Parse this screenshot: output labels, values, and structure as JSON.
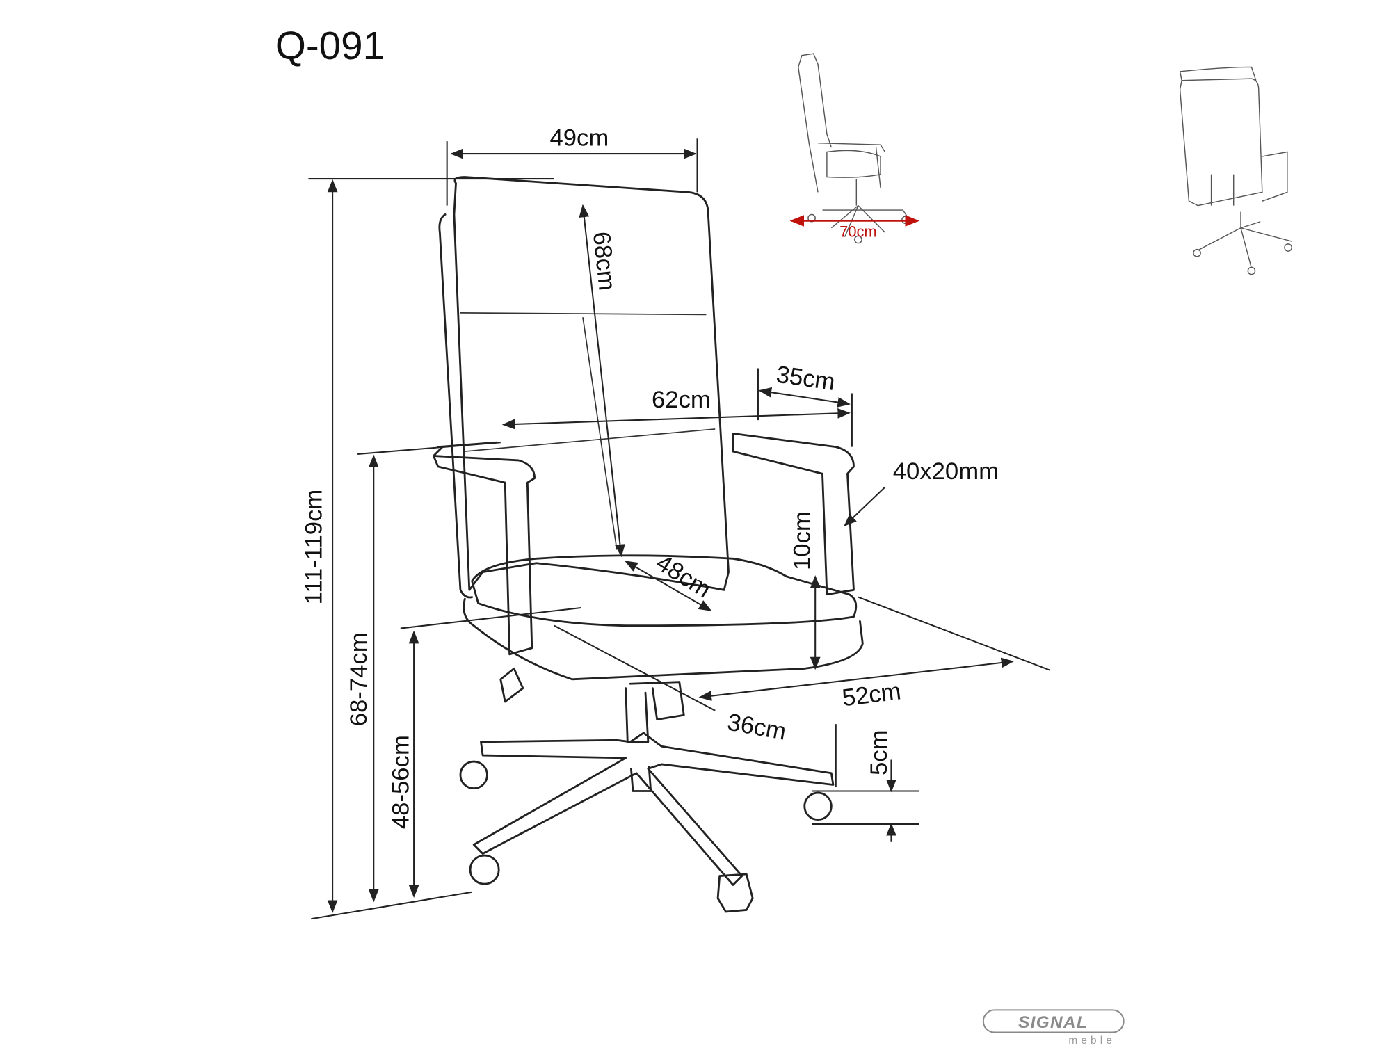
{
  "title": "Q-091",
  "dimensions": {
    "backrest_width": "49cm",
    "total_height": "111-119cm",
    "armrest_height": "68-74cm",
    "seat_height": "48-56cm",
    "backrest_height": "68cm",
    "armrest_spacing": "62cm",
    "armrest_length": "35cm",
    "armrest_profile": "40x20mm",
    "seat_thickness": "10cm",
    "seat_depth": "48cm",
    "seat_width": "52cm",
    "seat_base_depth": "36cm",
    "caster_height": "5cm",
    "base_width": "70cm"
  },
  "colors": {
    "line": "#222222",
    "accent_dimension": "#c0120c",
    "logo": "#8a8a8a"
  },
  "logo": {
    "brand": "SIGNAL",
    "sub": "meble"
  }
}
